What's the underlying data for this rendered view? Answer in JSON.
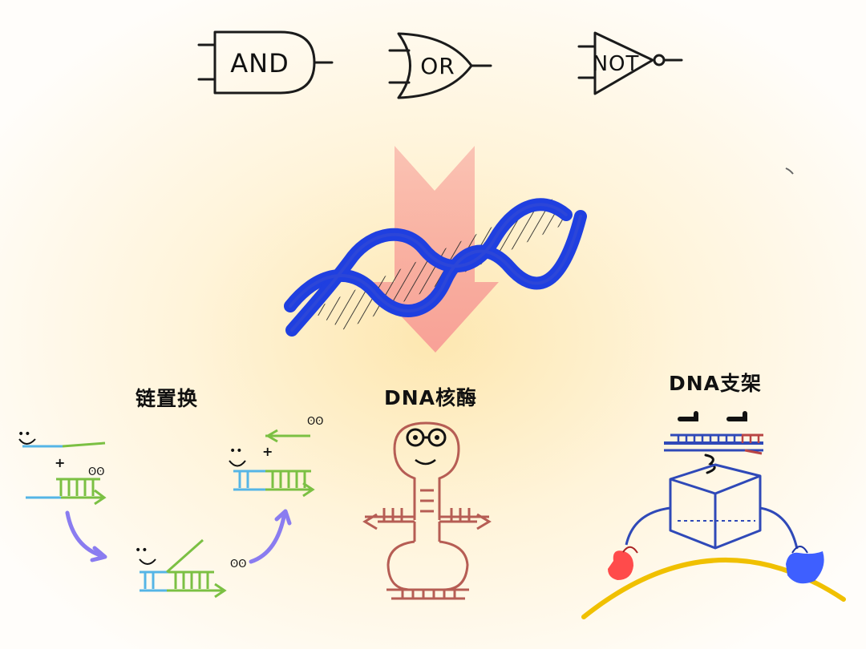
{
  "logic_gates": [
    {
      "label": "AND",
      "icon": "and-gate-icon"
    },
    {
      "label": "OR",
      "icon": "or-gate-icon"
    },
    {
      "label": "NOT",
      "icon": "not-gate-icon"
    }
  ],
  "center_icon": "dna-double-helix-icon",
  "arrow_icon": "down-arrow-icon",
  "sections": [
    {
      "title": "链置换",
      "icon": "strand-displacement-icon"
    },
    {
      "title": "DNA核酶",
      "icon": "dna-enzyme-icon"
    },
    {
      "title": "DNA支架",
      "icon": "dna-scaffold-icon"
    }
  ],
  "strand_displacement": {
    "plus_symbols": [
      "+",
      "+"
    ]
  },
  "colors": {
    "background_glow": "#fde7b0",
    "arrow": "#f79b95",
    "helix": "#1f3fe0",
    "toehold_blue": "#55b5e6",
    "strand_green": "#7bc043",
    "process_arrow": "#8a7cf0",
    "enzyme": "#b65d54",
    "scaffold_blue": "#2f49b8",
    "scaffold_red": "#b94545",
    "membrane": "#f0c000",
    "left_node": "#ff4b4b",
    "right_node": "#3e5fff"
  }
}
